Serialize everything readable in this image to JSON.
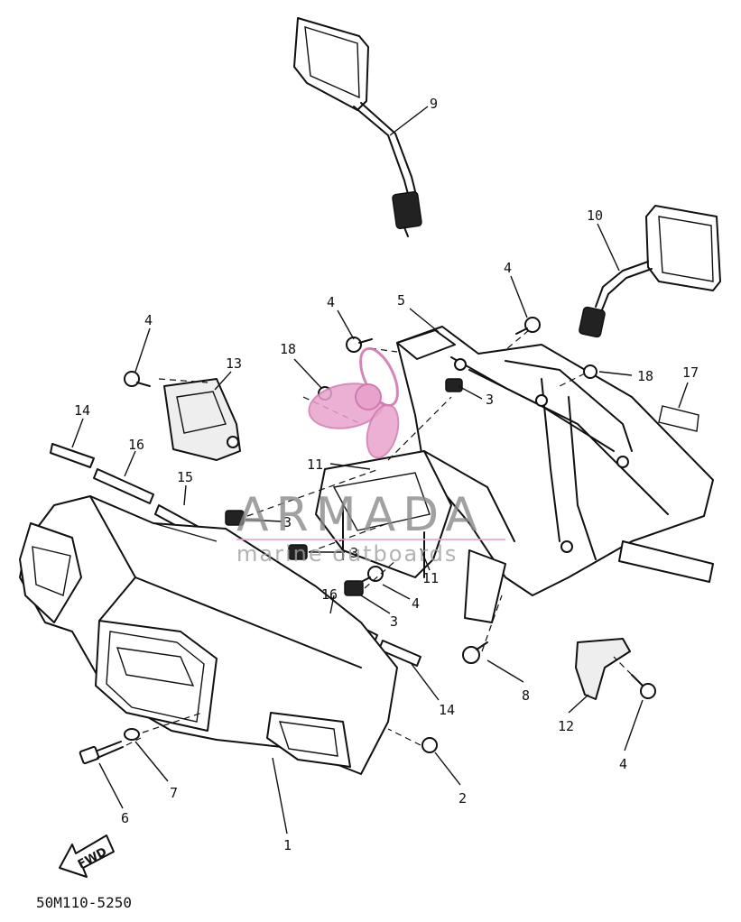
{
  "diagram": {
    "part_code": "50M110-5250",
    "fwd_label": "FWD",
    "callouts": [
      {
        "id": "c9",
        "label": "9"
      },
      {
        "id": "c10",
        "label": "10"
      },
      {
        "id": "c4a",
        "label": "4"
      },
      {
        "id": "c5",
        "label": "5"
      },
      {
        "id": "c4b",
        "label": "4"
      },
      {
        "id": "c4c",
        "label": "4"
      },
      {
        "id": "c13",
        "label": "13"
      },
      {
        "id": "c18a",
        "label": "18"
      },
      {
        "id": "c18b",
        "label": "18"
      },
      {
        "id": "c17",
        "label": "17"
      },
      {
        "id": "c3a",
        "label": "3"
      },
      {
        "id": "c14a",
        "label": "14"
      },
      {
        "id": "c16a",
        "label": "16"
      },
      {
        "id": "c15",
        "label": "15"
      },
      {
        "id": "c11a",
        "label": "11"
      },
      {
        "id": "c3b",
        "label": "3"
      },
      {
        "id": "c3c",
        "label": "3"
      },
      {
        "id": "c11b",
        "label": "11"
      },
      {
        "id": "c16b",
        "label": "16"
      },
      {
        "id": "c4d",
        "label": "4"
      },
      {
        "id": "c3d",
        "label": "3"
      },
      {
        "id": "c8",
        "label": "8"
      },
      {
        "id": "c14b",
        "label": "14"
      },
      {
        "id": "c12",
        "label": "12"
      },
      {
        "id": "c4e",
        "label": "4"
      },
      {
        "id": "c2",
        "label": "2"
      },
      {
        "id": "c7",
        "label": "7"
      },
      {
        "id": "c6",
        "label": "6"
      },
      {
        "id": "c1",
        "label": "1"
      }
    ]
  },
  "watermark": {
    "brand": "ARMADA",
    "tagline": "marine outboards",
    "logo_color": "#e8a3cd",
    "logo_stroke": "#d07ab0"
  }
}
